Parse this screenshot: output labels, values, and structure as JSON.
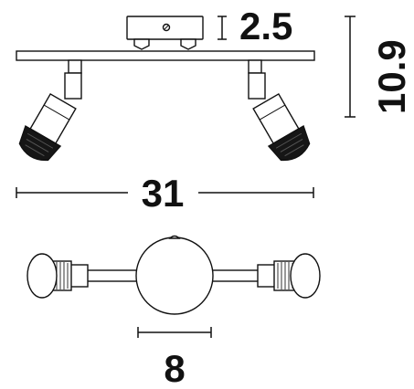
{
  "dimensions": {
    "height": {
      "value": "10.9"
    },
    "base_depth": {
      "value": "2.5"
    },
    "width": {
      "value": "31"
    },
    "base_diameter": {
      "value": "8"
    }
  },
  "colors": {
    "line": "#111111",
    "fill": "#ffffff",
    "lamp_face": "#161616"
  }
}
